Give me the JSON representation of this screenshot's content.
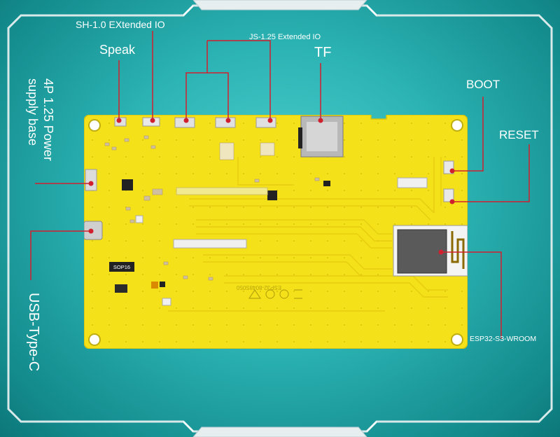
{
  "labels": {
    "sh_io": "SH-1.0 EXtended IO",
    "js_io": "JS-1.25 Extended IO",
    "speak": "Speak",
    "tf": "TF",
    "boot": "BOOT",
    "reset": "RESET",
    "power": "4P 1.25 Power supply base",
    "usb": "USB-Type-C",
    "module": "ESP32-S3-WROOM"
  },
  "silkscreen": {
    "chip": "SOP16",
    "board_id": "ESP32-8048S050"
  },
  "colors": {
    "background": "#2bb2b2",
    "pcb": "#f5e11a",
    "trace": "#e8cf10",
    "leader": "#d0202e",
    "frame": "#d8e9ea"
  }
}
